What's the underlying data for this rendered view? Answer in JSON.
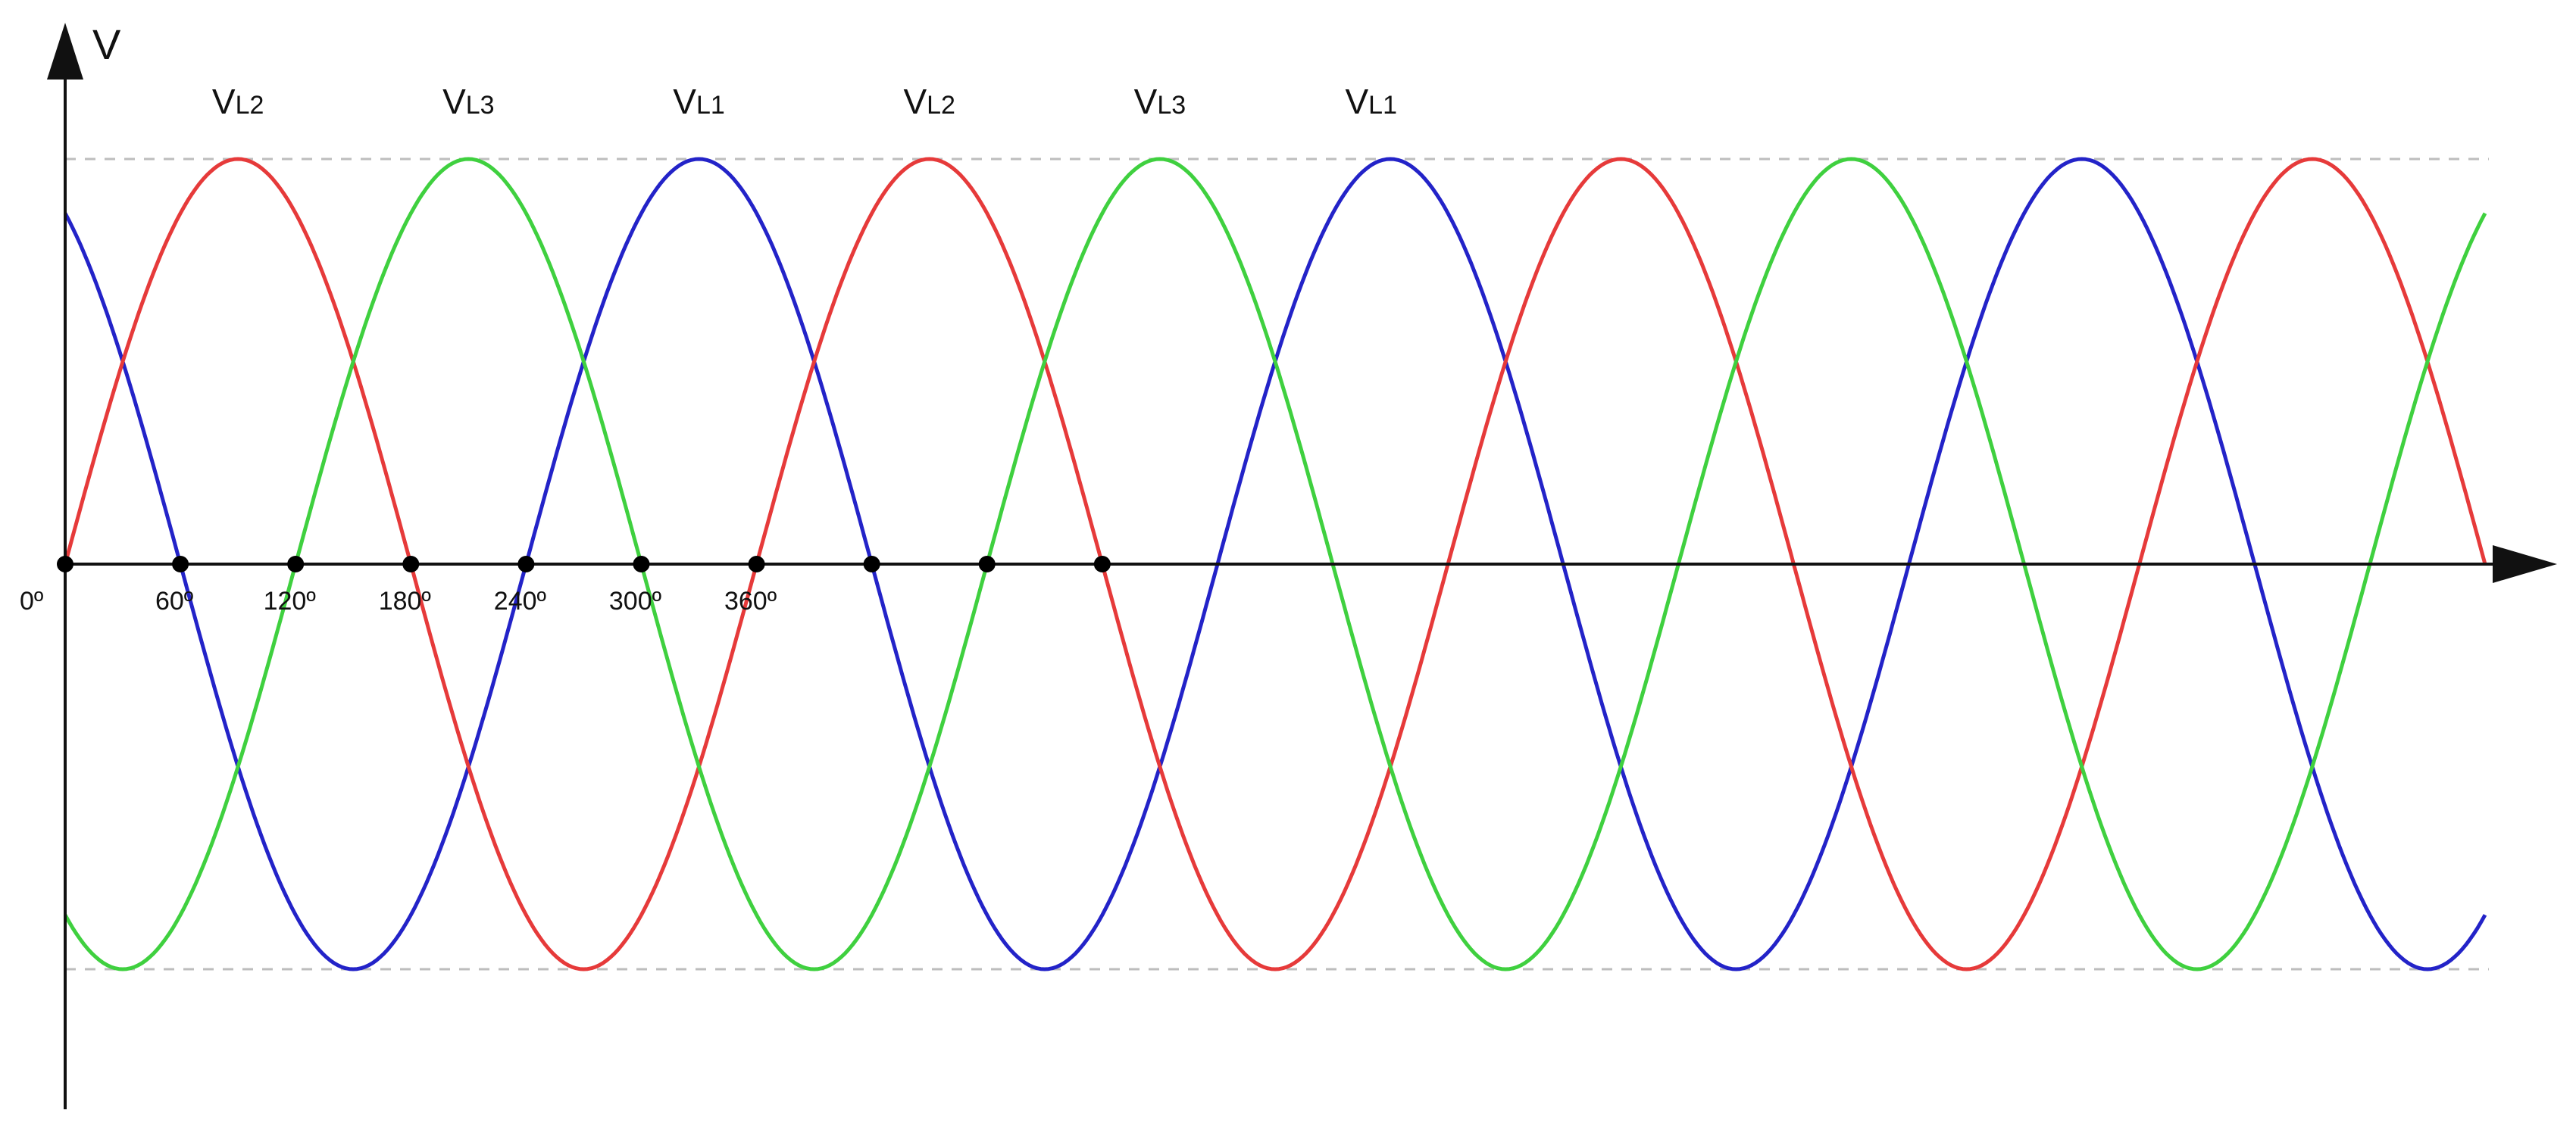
{
  "chart_data": {
    "type": "line",
    "ylabel": "V",
    "x_range_deg": [
      0,
      630
    ],
    "ylim": [
      -1.22,
      1.22
    ],
    "grid": false,
    "peak_reference_lines": [
      1,
      -1
    ],
    "x_tick_labels": [
      {
        "value": 0,
        "label": "0º"
      },
      {
        "value": 30,
        "label": "60º"
      },
      {
        "value": 60,
        "label": "120º"
      },
      {
        "value": 90,
        "label": "180º"
      },
      {
        "value": 120,
        "label": "240º"
      },
      {
        "value": 150,
        "label": "300º"
      },
      {
        "value": 180,
        "label": "360º"
      }
    ],
    "zero_crossing_markers": [
      0,
      30,
      60,
      90,
      120,
      150,
      180,
      210,
      240,
      270
    ],
    "series": [
      {
        "id": "vl1",
        "color": "#2323c8",
        "amplitude": 1,
        "phase_deg": 120
      },
      {
        "id": "vl2",
        "color": "#e63a3a",
        "amplitude": 1,
        "phase_deg": 0
      },
      {
        "id": "vl3",
        "color": "#3fd03f",
        "amplitude": 1,
        "phase_deg": -120
      }
    ],
    "frequency_factor": 2,
    "peak_labels": [
      {
        "main": "V",
        "sub": "L2",
        "x": 45
      },
      {
        "main": "V",
        "sub": "L3",
        "x": 105
      },
      {
        "main": "V",
        "sub": "L1",
        "x": 165
      },
      {
        "main": "V",
        "sub": "L2",
        "x": 225
      },
      {
        "main": "V",
        "sub": "L3",
        "x": 285
      },
      {
        "main": "V",
        "sub": "L1",
        "x": 340
      }
    ]
  },
  "colors": {
    "axis": "#111111",
    "reference_line": "#bdbdbd",
    "marker": "#000000"
  }
}
